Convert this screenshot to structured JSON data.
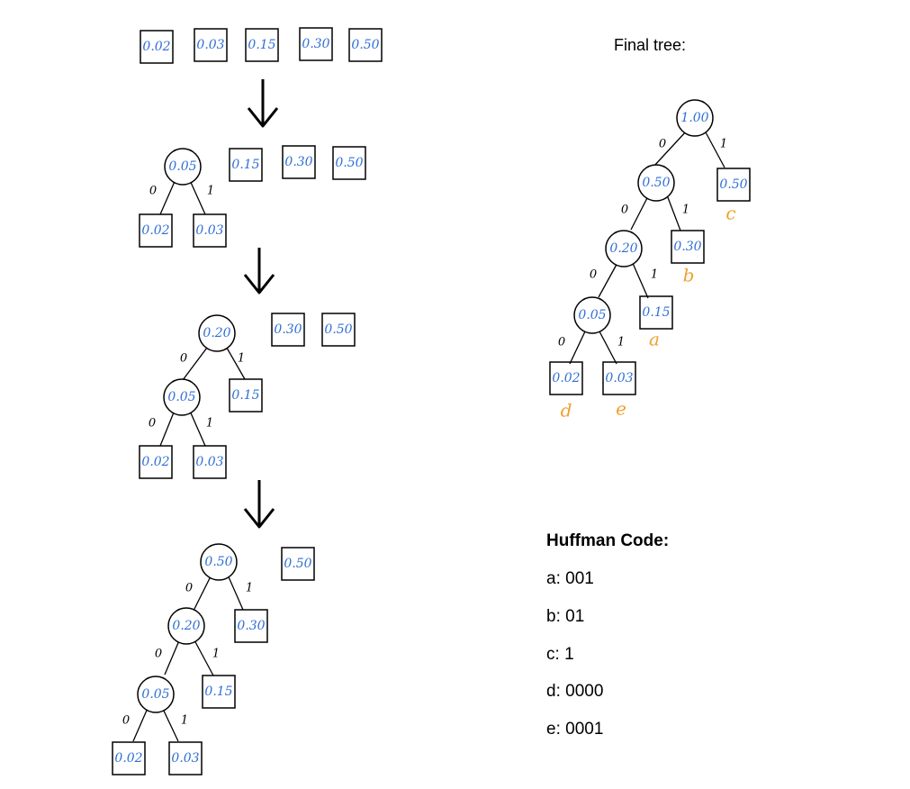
{
  "final_tree_title": "Final tree:",
  "huffman_code_title": "Huffman Code:",
  "codes": [
    {
      "symbol": "a",
      "code": "001"
    },
    {
      "symbol": "b",
      "code": "01"
    },
    {
      "symbol": "c",
      "code": "1"
    },
    {
      "symbol": "d",
      "code": "0000"
    },
    {
      "symbol": "e",
      "code": "0001"
    }
  ],
  "bit_labels": {
    "left": "0",
    "right": "1"
  },
  "steps": [
    {
      "nodes": [
        "0.02",
        "0.03",
        "0.15",
        "0.30",
        "0.50"
      ]
    },
    {
      "trees": [
        {
          "root": "0.05",
          "left": "0.02",
          "right": "0.03"
        }
      ],
      "leaves": [
        "0.15",
        "0.30",
        "0.50"
      ]
    },
    {
      "trees": [
        {
          "root": "0.20",
          "left": {
            "root": "0.05",
            "left": "0.02",
            "right": "0.03"
          },
          "right": "0.15"
        }
      ],
      "leaves": [
        "0.30",
        "0.50"
      ]
    },
    {
      "trees": [
        {
          "root": "0.50",
          "left": {
            "root": "0.20",
            "left": {
              "root": "0.05",
              "left": "0.02",
              "right": "0.03"
            },
            "right": "0.15"
          },
          "right": "0.30"
        }
      ],
      "leaves": [
        "0.50"
      ]
    }
  ],
  "final_tree": {
    "root": "1.00",
    "left": {
      "root": "0.50",
      "left": {
        "root": "0.20",
        "left": {
          "root": "0.05",
          "left": {
            "value": "0.02",
            "symbol": "d"
          },
          "right": {
            "value": "0.03",
            "symbol": "e"
          }
        },
        "right": {
          "value": "0.15",
          "symbol": "a"
        }
      },
      "right": {
        "value": "0.30",
        "symbol": "b"
      }
    },
    "right": {
      "value": "0.50",
      "symbol": "c"
    }
  }
}
